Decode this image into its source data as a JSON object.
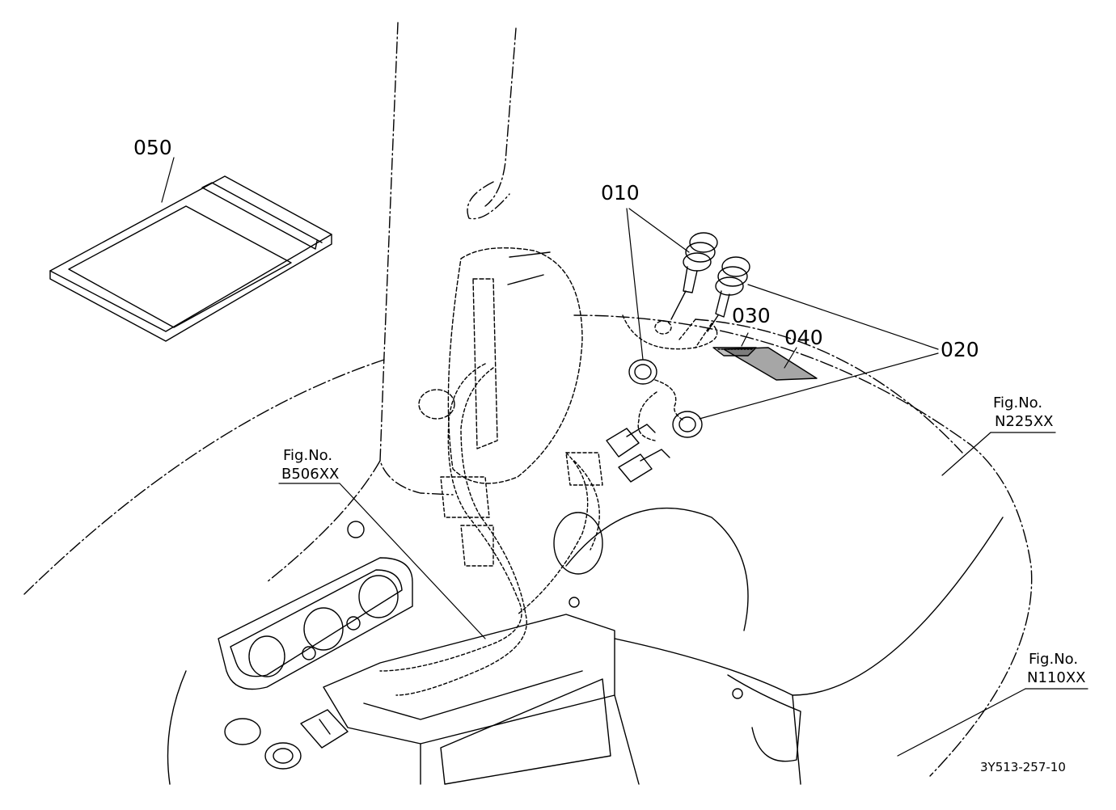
{
  "diagram": {
    "parts": [
      {
        "id": "p050",
        "label": "050"
      },
      {
        "id": "p010",
        "label": "010"
      },
      {
        "id": "p030",
        "label": "030"
      },
      {
        "id": "p040",
        "label": "040"
      },
      {
        "id": "p020",
        "label": "020"
      }
    ],
    "references": [
      {
        "id": "ref1",
        "title": "Fig.No.",
        "code": "B506XX"
      },
      {
        "id": "ref2",
        "title": "Fig.No.",
        "code": "N225XX"
      },
      {
        "id": "ref3",
        "title": "Fig.No.",
        "code": "N110XX"
      }
    ],
    "drawing_code": "3Y513-257-10"
  }
}
